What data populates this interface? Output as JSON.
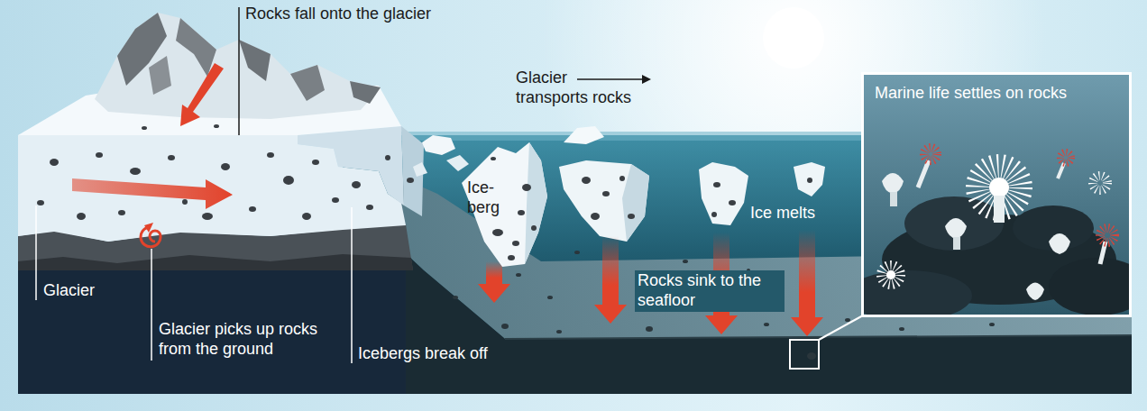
{
  "diagram": {
    "nodes": [
      {
        "text": [
          "Ice-berg"
        ]
      },
      {
        "text": [
          "Marine life settles on rocks"
        ]
      }
    ],
    "labels": [
      "Rocks fall onto the glacier",
      "Glacier transports rocks",
      "Glacier",
      "Glacier picks up rocks from the ground",
      "Icebergs break off",
      "Ice melts",
      "Rocks sink to the seafloor"
    ]
  }
}
